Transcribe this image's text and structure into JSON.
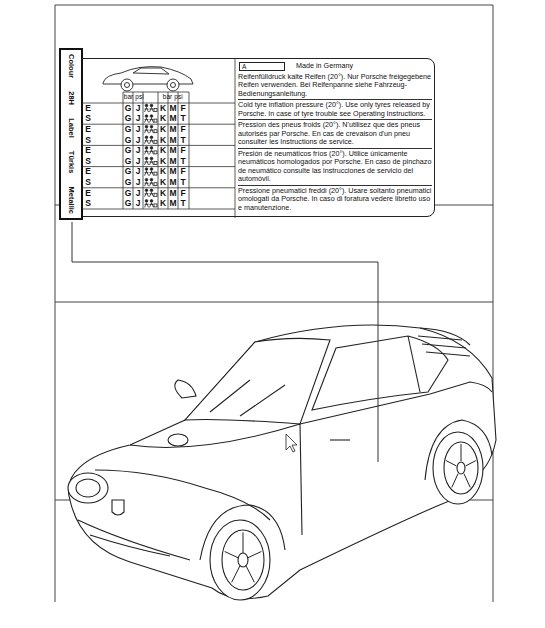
{
  "diagram": {
    "nodes": [
      {
        "text": [
          "Made in Germany",
          "Reifenfülldruck kalte Reifen (20°). Nur Porsche freigegebene Reifen verwenden. Bei Reifenpanne siehe Fahrzeug-Bedienungsanleitung.",
          "Cold tyre inflation pressure (20°). Use only tyres released by Porsche. In case of tyre trouble see Operating Instructions.",
          "Pression des pneus froids (20°). N'utilisez que des pneus autorisés par Porsche. En cas de crevaison d'un pneu consulter les Instructions de service.",
          "Presión de neumáticos fríos (20°). Utilice únicamente neumáticos homologados por Porsche. En caso de pinchazo de neumático consulte las instrucciones de servicio del automóvil.",
          "Pressione pneumatici freddi (20°). Usare soltanto pneumatici omologati da Porsche. In caso di foratura vedere libretto uso e manutenzione."
        ]
      },
      {
        "text": [
          "Colour 28H Label Türkis Metallic"
        ]
      }
    ],
    "labels": [
      "A",
      "bar",
      "psi",
      "bar",
      "psi",
      "E",
      "G",
      "J",
      "K",
      "M",
      "F",
      "S",
      "G",
      "J",
      "K",
      "M",
      "T",
      "E",
      "G",
      "J",
      "K",
      "M",
      "F",
      "S",
      "G",
      "J",
      "K",
      "M",
      "T",
      "E",
      "G",
      "J",
      "K",
      "M",
      "F",
      "S",
      "G",
      "J",
      "K",
      "M",
      "T",
      "E",
      "G",
      "J",
      "K",
      "M",
      "F",
      "S",
      "G",
      "J",
      "K",
      "M",
      "T",
      "E",
      "G",
      "J",
      "K",
      "M",
      "F",
      "S",
      "G",
      "J",
      "K",
      "M",
      "T"
    ]
  }
}
